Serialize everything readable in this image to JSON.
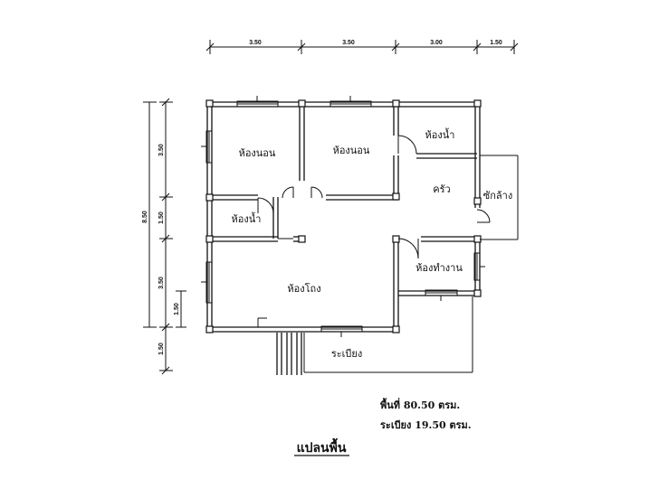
{
  "dimensions": {
    "top": [
      "3.50",
      "3.50",
      "3.00",
      "1.50"
    ],
    "left_total": "8.50",
    "left_segments": [
      "3.50",
      "1.50",
      "3.50",
      "1.50"
    ],
    "left_inner": "1.50"
  },
  "rooms": {
    "bedroom_1": "ห้องนอน",
    "bedroom_2": "ห้องนอน",
    "bathroom_1": "ห้องน้ำ",
    "bathroom_2": "ห้องน้ำ",
    "kitchen": "ครัว",
    "laundry": "ซักล้าง",
    "office": "ห้องทำงาน",
    "living": "ห้องโถง",
    "terrace": "ระเบียง"
  },
  "area": {
    "floor": "พื้นที่ 80.50 ตรม.",
    "terrace": "ระเบียง 19.50 ตรม."
  },
  "title": "แปลนพื้น"
}
